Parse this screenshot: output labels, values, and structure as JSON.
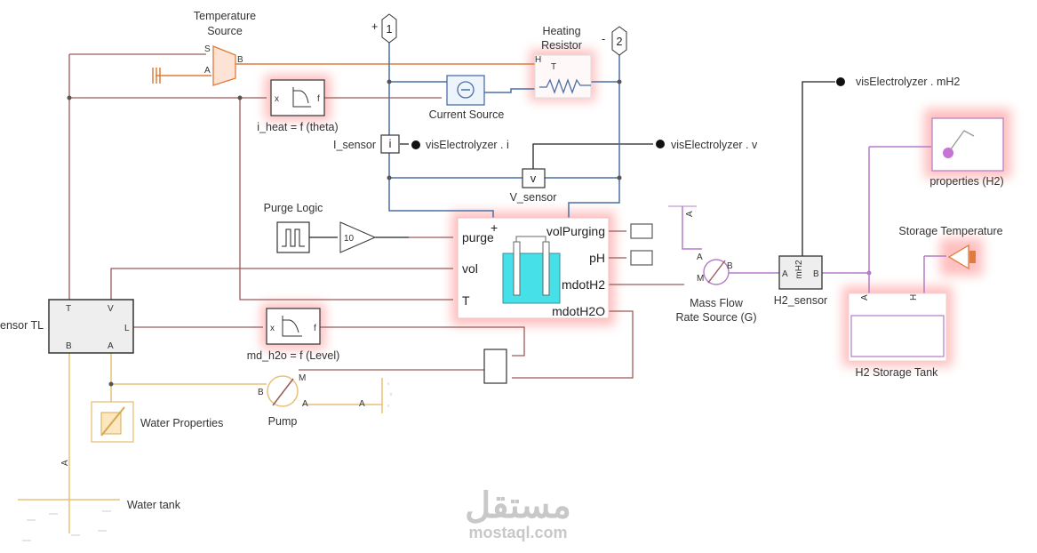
{
  "blocks": {
    "temperature_source": {
      "label_line1": "Temperature",
      "label_line2": "Source",
      "port_s": "S",
      "port_a": "A",
      "port_b": "B"
    },
    "i_heat": {
      "label": "i_heat = f (theta)",
      "port_in": "x",
      "port_out": "f"
    },
    "connection_1": {
      "label": "1",
      "sign": "+"
    },
    "connection_2": {
      "label": "2",
      "sign": "-"
    },
    "current_source": {
      "label": "Current Source"
    },
    "heating_resistor": {
      "label_line1": "Heating",
      "label_line2": "Resistor",
      "port_h": "H",
      "port_t": "T"
    },
    "i_sensor": {
      "label": "I_sensor",
      "glyph": "i"
    },
    "v_sensor": {
      "label": "V_sensor",
      "glyph": "v"
    },
    "vis_i": {
      "label": "visElectrolyzer . i"
    },
    "vis_v": {
      "label": "visElectrolyzer . v"
    },
    "vis_mh2": {
      "label": "visElectrolyzer . mH2"
    },
    "purge_logic": {
      "label": "Purge Logic"
    },
    "gain": {
      "value": "10"
    },
    "electrolyzer": {
      "inputs": [
        "purge",
        "vol",
        "T"
      ],
      "outputs": [
        "volPurging",
        "pH",
        "mdotH2",
        "mdotH2O"
      ],
      "plus": "+"
    },
    "sensor_tl": {
      "label": "ensor TL",
      "port_t": "T",
      "port_v": "V",
      "port_l": "L",
      "port_b": "B",
      "port_a": "A"
    },
    "md_h2o": {
      "label": "md_h2o = f (Level)",
      "port_in": "x",
      "port_out": "f"
    },
    "pump": {
      "label": "Pump",
      "port_b": "B",
      "port_m": "M",
      "port_a": "A"
    },
    "reservoir_a": {
      "port": "A"
    },
    "water_properties": {
      "label": "Water Properties"
    },
    "water_tank": {
      "label": "Water tank",
      "port": "A"
    },
    "mass_flow_source": {
      "label_line1": "Mass Flow",
      "label_line2": "Rate Source (G)",
      "port_a": "A",
      "port_b": "B",
      "port_m": "M",
      "reservoir_port": "A"
    },
    "h2_sensor": {
      "label": "H2_sensor",
      "port_a": "A",
      "port_b": "B",
      "glyph": "mH2"
    },
    "properties_h2": {
      "label": "properties (H2)"
    },
    "storage_temperature": {
      "label": "Storage Temperature"
    },
    "h2_storage_tank": {
      "label": "H2 Storage Tank",
      "port_a": "A",
      "port_h": "H"
    }
  },
  "watermark": {
    "arabic": "مستقل",
    "latin": "mostaql.com"
  },
  "colors": {
    "thermal": "#e07b39",
    "electrical": "#4a6fa5",
    "signal": "#9a5a5a",
    "water": "#e8c078",
    "gas": "#b57cc8",
    "highlight": "#ff9999"
  }
}
